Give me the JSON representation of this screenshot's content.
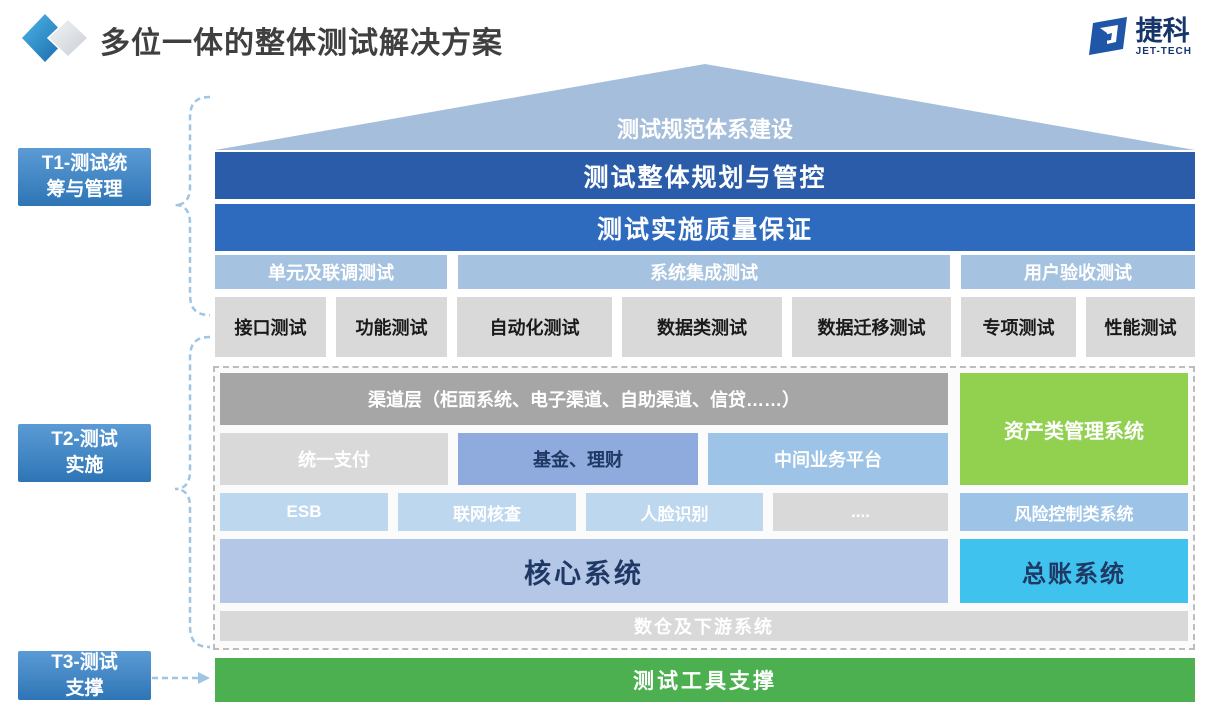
{
  "header": {
    "title": "多位一体的整体测试解决方案",
    "logo": {
      "name": "捷科",
      "subtitle": "JET-TECH"
    }
  },
  "side_labels": {
    "t1": {
      "line1": "T1-测试统",
      "line2": "筹与管理"
    },
    "t2": {
      "line1": "T2-测试",
      "line2": "实施"
    },
    "t3": {
      "line1": "T3-测试",
      "line2": "支撑"
    }
  },
  "governance": {
    "roof": "测试规范体系建设",
    "bar1": "测试整体规划与管控",
    "bar2": "测试实施质量保证"
  },
  "test_levels": [
    "单元及联调测试",
    "系统集成测试",
    "用户验收测试"
  ],
  "test_types": [
    "接口测试",
    "功能测试",
    "自动化测试",
    "数据类测试",
    "数据迁移测试",
    "专项测试",
    "性能测试"
  ],
  "systems": {
    "channel_layer": "渠道层（柜面系统、电子渠道、自助渠道、信贷……）",
    "asset_mgmt": "资产类管理系统",
    "payment": "统一支付",
    "fund_wealth": "基金、理财",
    "intermediate": "中间业务平台",
    "esb": "ESB",
    "network_check": "联网核查",
    "face_recognition": "人脸识别",
    "more": "....",
    "risk_control": "风险控制类系统",
    "core": "核心系统",
    "general_ledger": "总账系统",
    "downstream": "数仓及下游系统"
  },
  "footer": {
    "tool_support": "测试工具支撑"
  },
  "colors": {
    "primary_blue": "#2a5caa",
    "secondary_blue": "#2e6bbf",
    "roof_blue": "#a4bedb",
    "level_blue": "#a5c3e0",
    "gray_box": "#d9d9d9",
    "dark_gray_bar": "#a6a6a6",
    "periwinkle": "#8faadc",
    "sky_blue": "#9dc3e6",
    "pale_blue": "#bdd7ee",
    "core_blue": "#b4c7e7",
    "ledger_cyan": "#3fc3ee",
    "asset_green": "#92d050",
    "footer_green": "#4caf50",
    "label_gradient_blue": "#2e75b6",
    "navy_text": "#1f3864"
  }
}
